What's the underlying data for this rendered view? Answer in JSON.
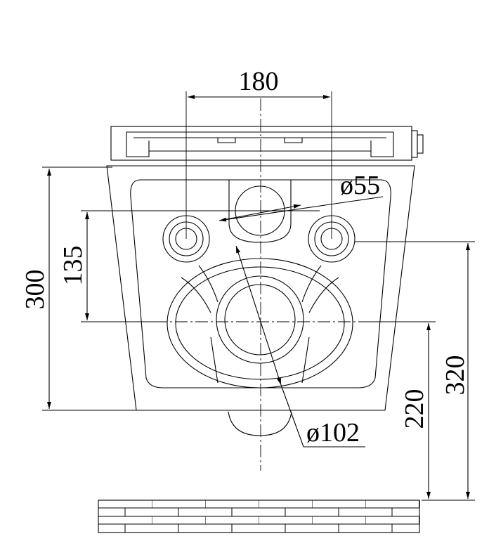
{
  "drawing": {
    "stroke": "#000000",
    "background": "#ffffff",
    "dimensions": {
      "width_holes": "180",
      "diameter_inlet": "55",
      "diameter_outlet": "102",
      "vertical_135": "135",
      "height_300": "300",
      "height_220": "220",
      "height_320": "320"
    },
    "diameter_symbol": "ø"
  }
}
